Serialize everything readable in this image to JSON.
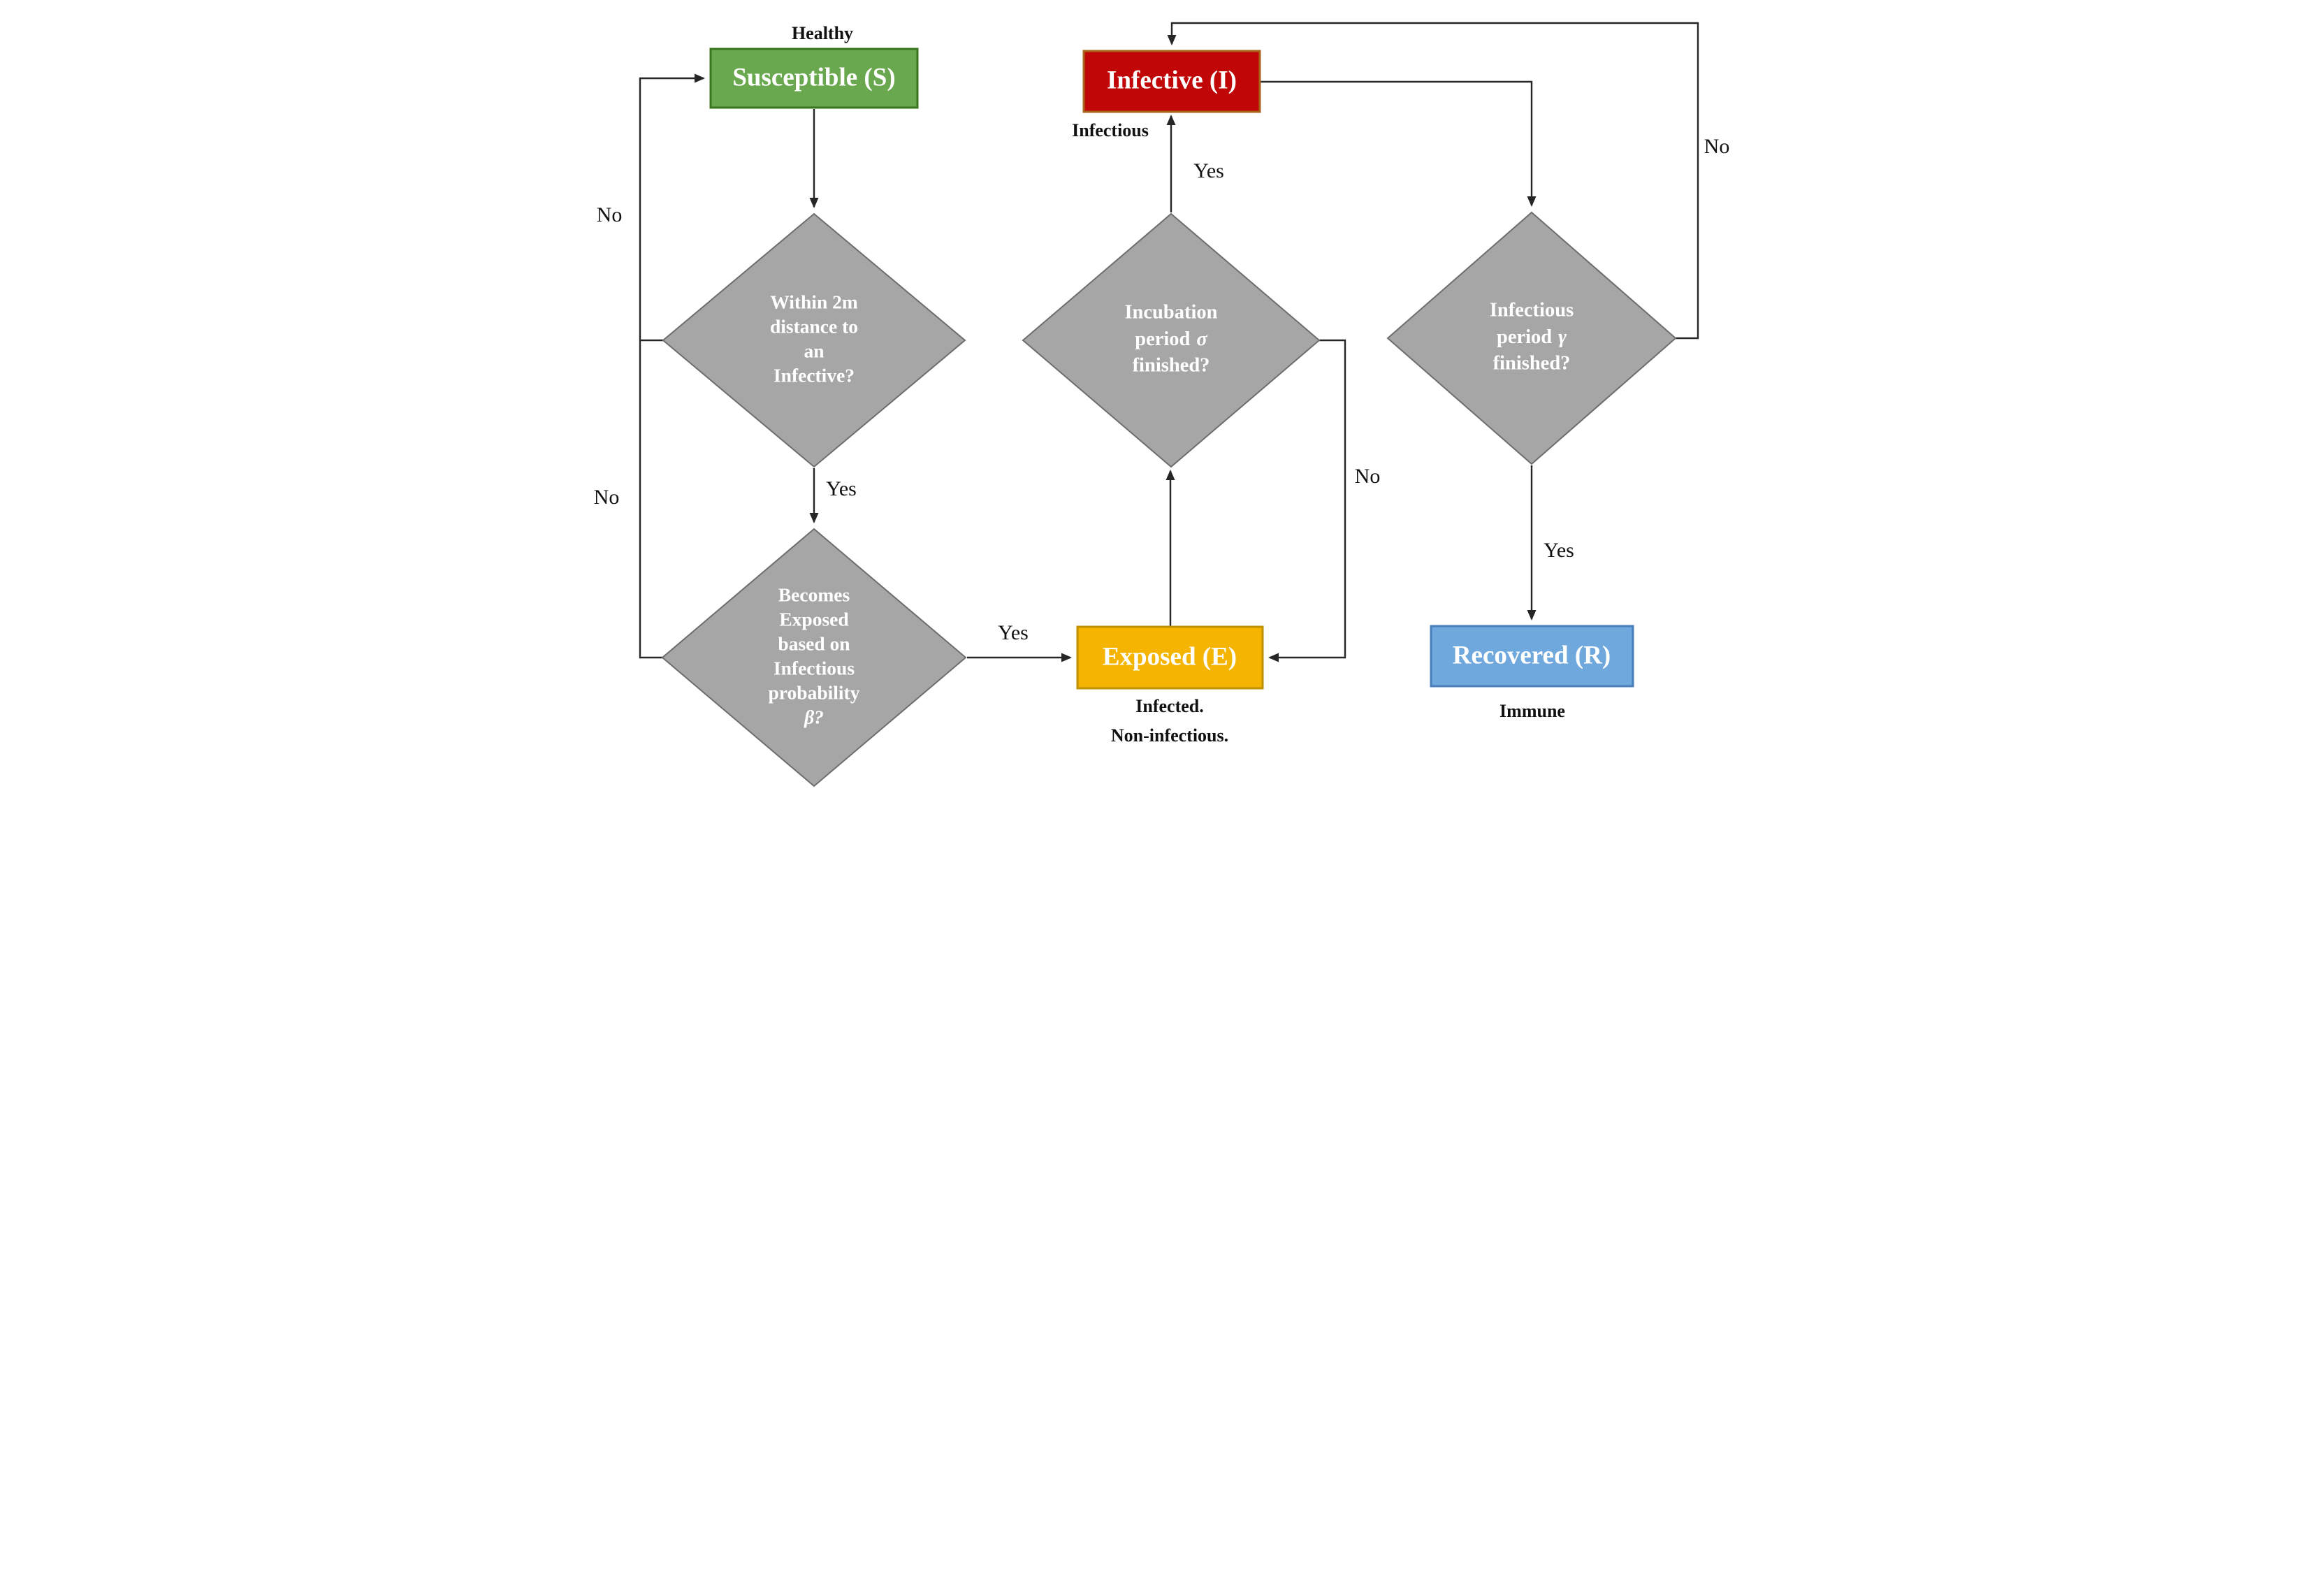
{
  "colors": {
    "background": "#ffffff",
    "line": "#262626",
    "label_text": "#111111",
    "node_text": "#ffffff",
    "green": "#6aa84f",
    "green_border": "#38761d",
    "red": "#c00606",
    "red_border": "#a9641c",
    "gold": "#f4b400",
    "gold_border": "#bf9000",
    "blue": "#6fa8dc",
    "blue_border": "#4a7ebb",
    "gray": "#a6a6a6",
    "gray_border": "#6d6d6d"
  },
  "nodes": {
    "susceptible": {
      "label": "Susceptible (S)",
      "annotation": "Healthy"
    },
    "infective": {
      "label": "Infective (I)",
      "annotation": "Infectious"
    },
    "exposed": {
      "label": "Exposed (E)",
      "annotation_line1": "Infected.",
      "annotation_line2": "Non-infectious."
    },
    "recovered": {
      "label": "Recovered (R)",
      "annotation": "Immune"
    },
    "within_2m": {
      "lines": [
        "Within 2m",
        "distance to",
        "an",
        "Infective?"
      ]
    },
    "becomes_exposed": {
      "lines": [
        "Becomes",
        "Exposed",
        "based on",
        "Infectious",
        "probability"
      ],
      "symbol": "β?"
    },
    "incubation": {
      "line1": "Incubation",
      "line2_prefix": "period",
      "symbol": "σ",
      "line3": "finished?"
    },
    "infectious_period": {
      "line1": "Infectious",
      "line2_prefix": "period",
      "symbol": "γ",
      "line3": "finished?"
    }
  },
  "edge_labels": {
    "within_no": "No",
    "within_yes": "Yes",
    "becomes_no": "No",
    "becomes_yes": "Yes",
    "incubation_yes": "Yes",
    "incubation_no": "No",
    "infectious_yes": "Yes",
    "infectious_no": "No"
  }
}
